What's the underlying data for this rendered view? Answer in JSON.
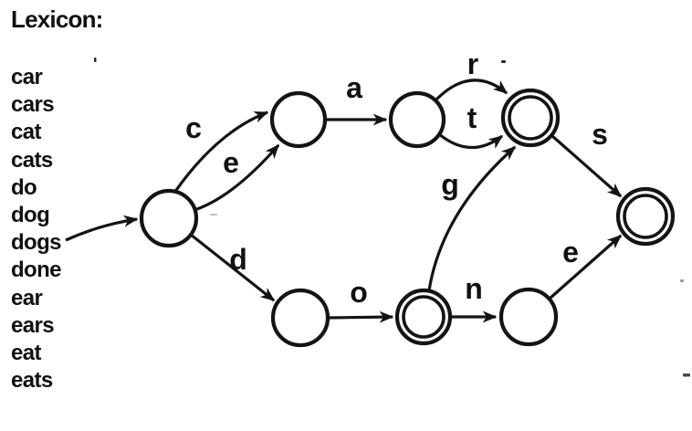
{
  "title": "Lexicon:",
  "lexicon": {
    "words": [
      "car",
      "cars",
      "cat",
      "cats",
      "do",
      "dog",
      "dogs",
      "done",
      "ear",
      "ears",
      "eat",
      "eats"
    ]
  },
  "automaton": {
    "states": [
      {
        "id": "q0",
        "accepting": false,
        "start": true
      },
      {
        "id": "q1",
        "accepting": false,
        "start": false
      },
      {
        "id": "q2",
        "accepting": false,
        "start": false
      },
      {
        "id": "q3",
        "accepting": true,
        "start": false
      },
      {
        "id": "q4",
        "accepting": false,
        "start": false
      },
      {
        "id": "q5",
        "accepting": true,
        "start": false
      },
      {
        "id": "q6",
        "accepting": false,
        "start": false
      },
      {
        "id": "q7",
        "accepting": true,
        "start": false
      }
    ],
    "edges": [
      {
        "from": "q0",
        "to": "q1",
        "label": "c"
      },
      {
        "from": "q0",
        "to": "q1",
        "label": "e"
      },
      {
        "from": "q1",
        "to": "q2",
        "label": "a"
      },
      {
        "from": "q0",
        "to": "q4",
        "label": "d"
      },
      {
        "from": "q2",
        "to": "q3",
        "label": "r"
      },
      {
        "from": "q2",
        "to": "q3",
        "label": "t"
      },
      {
        "from": "q5",
        "to": "q3",
        "label": "g"
      },
      {
        "from": "q3",
        "to": "q7",
        "label": "s"
      },
      {
        "from": "q4",
        "to": "q5",
        "label": "o"
      },
      {
        "from": "q5",
        "to": "q6",
        "label": "n"
      },
      {
        "from": "q6",
        "to": "q7",
        "label": "e"
      }
    ]
  },
  "colors": {
    "ink": "#141414",
    "background": "#ffffff"
  }
}
